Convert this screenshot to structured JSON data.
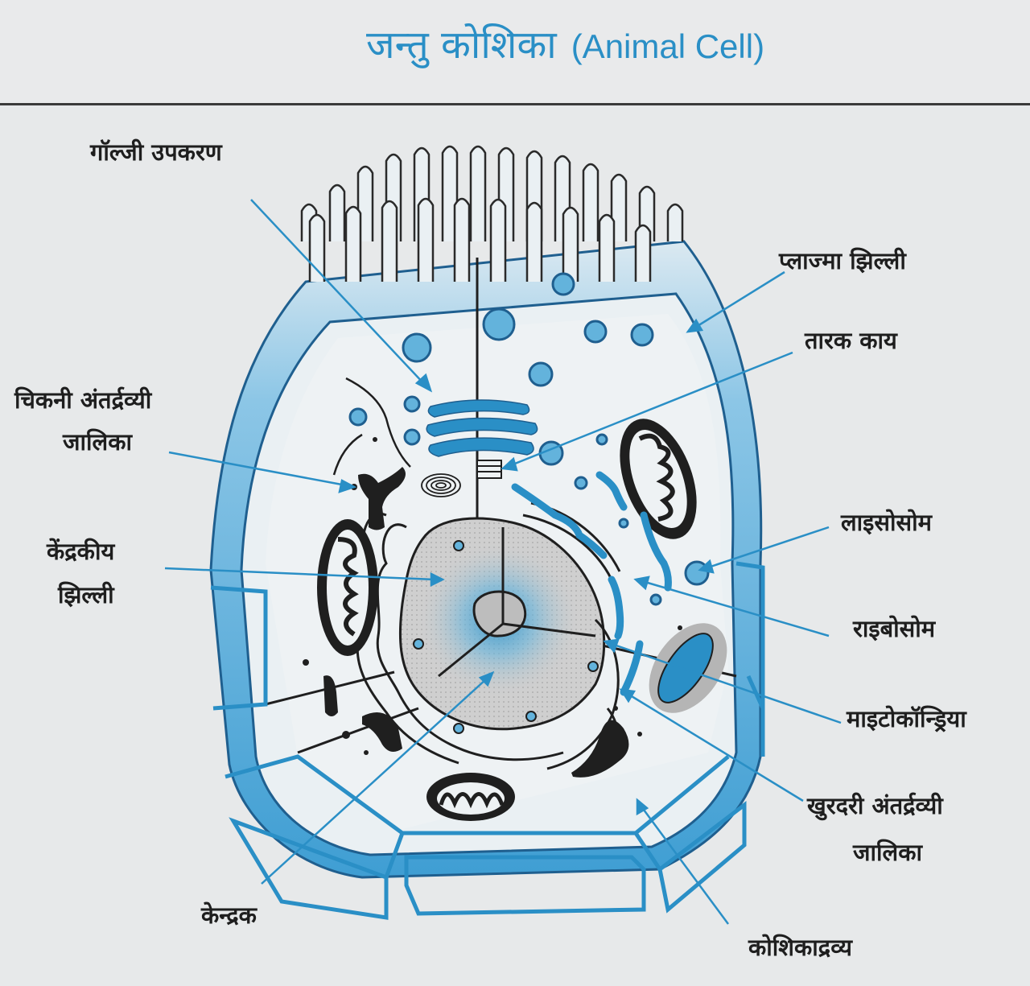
{
  "title": {
    "hindi": "जन्तु कोशिका",
    "english": "(Animal Cell)"
  },
  "labels": {
    "golgi": "गॉल्जी उपकरण",
    "plasma_membrane": "प्लाज्मा झिल्ली",
    "centrosome": "तारक काय",
    "smooth_er_line1": "चिकनी अंतर्द्रव्यी",
    "smooth_er_line2": "जालिका",
    "lysosome": "लाइसोसोम",
    "nuclear_membrane_line1": "केंद्रकीय",
    "nuclear_membrane_line2": "झिल्ली",
    "ribosome": "राइबोसोम",
    "mitochondria": "माइटोकॉन्ड्रिया",
    "rough_er_line1": "खुरदरी अंतर्द्रव्यी",
    "rough_er_line2": "जालिका",
    "nucleus": "केन्द्रक",
    "cytoplasm": "कोशिकाद्रव्य"
  },
  "colors": {
    "accent_blue": "#2a8fc6",
    "membrane_blue": "#5aaedb",
    "outline": "#1f5f8f",
    "ink": "#1e1e1e"
  }
}
